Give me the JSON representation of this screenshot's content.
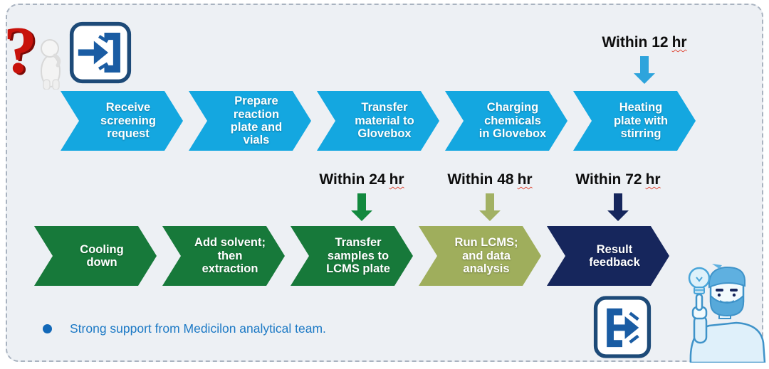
{
  "colors": {
    "panel_background": "#edf0f4",
    "dashed_border": "#a9b3c0",
    "step_blue": "#14a7e0",
    "step_green": "#17793a",
    "step_olive": "#9fae5c",
    "step_navy": "#16265c",
    "arrow_blue": "#2ea4dc",
    "arrow_green": "#12893e",
    "arrow_olive": "#a2b164",
    "arrow_navy": "#16265c",
    "annotation_text": "#0d0d0d",
    "spellcheck_underline": "#e04b3a",
    "footer_text": "#1c79c5",
    "bullet_dot": "#1268b8",
    "icon_navy": "#1d4a78",
    "question_red": "#c8120b"
  },
  "rows": [
    {
      "steps": [
        {
          "label": "Receive\nscreening\nrequest"
        },
        {
          "label": "Prepare\nreaction\nplate and\nvials"
        },
        {
          "label": "Transfer\nmaterial to\nGlovebox"
        },
        {
          "label": "Charging\nchemicals\nin Glovebox"
        },
        {
          "label": "Heating\nplate with\nstirring"
        }
      ]
    },
    {
      "steps": [
        {
          "label": "Cooling\ndown"
        },
        {
          "label": "Add solvent;\nthen\nextraction"
        },
        {
          "label": "Transfer\nsamples to\nLCMS plate"
        },
        {
          "label": "Run LCMS;\nand data\nanalysis"
        },
        {
          "label": "Result\nfeedback"
        }
      ]
    }
  ],
  "annotations": [
    {
      "prefix": "Within 12",
      "unit": "hr",
      "points_to": "Heating plate with stirring"
    },
    {
      "prefix": "Within 24",
      "unit": "hr",
      "points_to": "Transfer samples to LCMS plate"
    },
    {
      "prefix": "Within 48",
      "unit": "hr",
      "points_to": "Run LCMS; and data analysis"
    },
    {
      "prefix": "Within 72",
      "unit": "hr",
      "points_to": "Result feedback"
    }
  ],
  "footer": {
    "bullet_text": "Strong support from Medicilon analytical team."
  },
  "icons": {
    "question_figure": "question-mark-3d-figure",
    "enter": "enter-arrow-icon",
    "exit": "exit-arrow-icon",
    "lightbulb": "lightbulb-icon",
    "man": "pointing-man-illustration"
  }
}
